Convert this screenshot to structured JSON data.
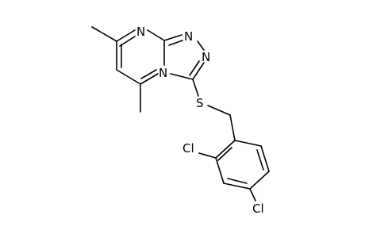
{
  "molecule": {
    "atom_labels": {
      "n_pyrimidine": "N",
      "n_triazole_top": "N",
      "n_triazole_right": "N",
      "n_bridgehead": "N",
      "sulfur": "S",
      "chlorine_ortho": "Cl",
      "chlorine_para": "Cl"
    }
  }
}
